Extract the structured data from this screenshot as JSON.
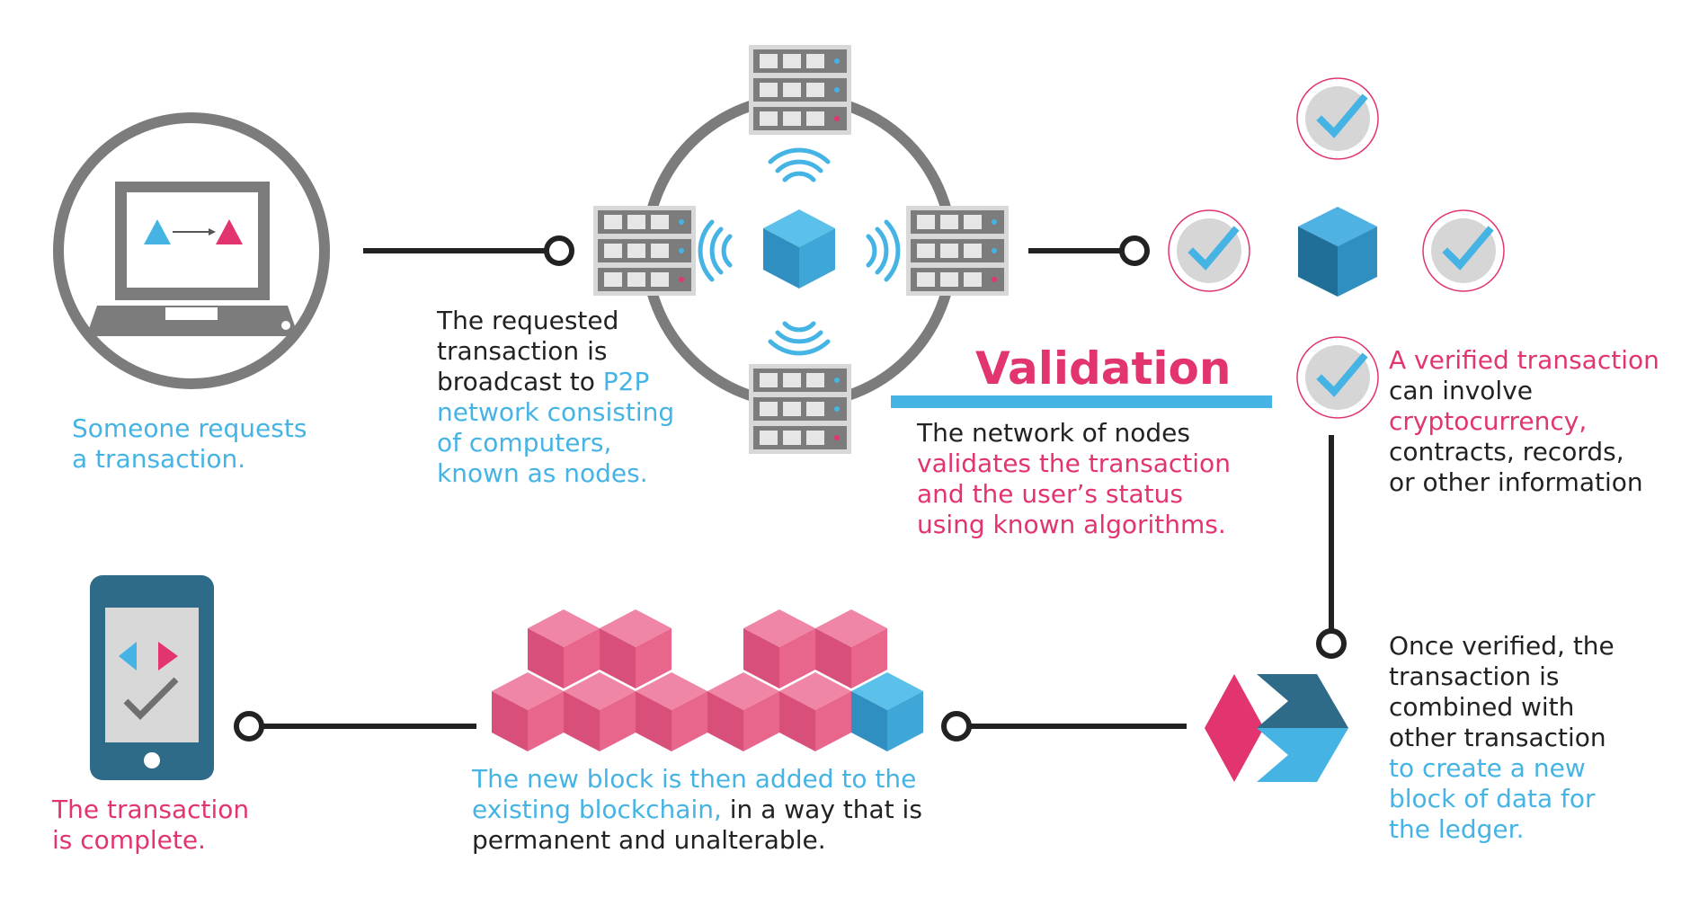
{
  "steps": {
    "request": {
      "lines": [
        "Someone requests",
        "a transaction."
      ]
    },
    "broadcast": {
      "lines": [
        {
          "dark": "The requested",
          "blue": ""
        },
        {
          "dark": "transaction is",
          "blue": ""
        },
        {
          "dark": "broadcast to ",
          "blue": "P2P"
        },
        {
          "dark": "",
          "blue": "network consisting"
        },
        {
          "dark": "",
          "blue": "of computers,"
        },
        {
          "dark": "",
          "blue": "known as nodes."
        }
      ]
    },
    "validation": {
      "title": "Validation",
      "lines": [
        {
          "dark": "The network of nodes",
          "pink": ""
        },
        {
          "dark": "",
          "pink": "validates the transaction"
        },
        {
          "dark": "",
          "pink": "and the user’s status"
        },
        {
          "dark": "",
          "pink": "using known algorithms."
        }
      ]
    },
    "verified": {
      "lines": [
        {
          "dark": "",
          "pink": "A verified transaction"
        },
        {
          "dark": "can involve",
          "pink": ""
        },
        {
          "dark": "",
          "pink": "cryptocurrency,"
        },
        {
          "dark": "contracts, records,",
          "pink": ""
        },
        {
          "dark": "or other information",
          "pink": ""
        }
      ]
    },
    "combined": {
      "lines": [
        {
          "dark": "Once verified, the",
          "blue": ""
        },
        {
          "dark": "transaction is",
          "blue": ""
        },
        {
          "dark": "combined with",
          "blue": ""
        },
        {
          "dark": "other transaction",
          "blue": ""
        },
        {
          "dark": "",
          "blue": "to create a new"
        },
        {
          "dark": "",
          "blue": "block of data for"
        },
        {
          "dark": "",
          "blue": "the ledger."
        }
      ]
    },
    "added": {
      "lines": [
        {
          "blue": "The new block is then added to the",
          "dark": ""
        },
        {
          "blue": "existing blockchain,",
          "dark": " in a way that is"
        },
        {
          "blue": "",
          "dark": "permanent and unalterable."
        }
      ]
    },
    "complete": {
      "lines": [
        "The transaction",
        "is complete."
      ]
    }
  },
  "colors": {
    "blue": "#45b4e5",
    "pink": "#e2356f",
    "dark_text": "#222222",
    "gray": "#7c7c7c",
    "light_gray": "#d6d6d6",
    "cube_blue": "#2f8fc0",
    "cube_pink": "#e8668c",
    "phone_teal": "#2e6b89"
  },
  "icons": {
    "laptop": "laptop-icon",
    "server": "server-icon",
    "signal": "signal-waves-icon",
    "cube": "cube-icon",
    "check": "checkmark-badge-icon",
    "phone": "smartphone-icon",
    "arrows": "diamond-chevron-icon"
  }
}
